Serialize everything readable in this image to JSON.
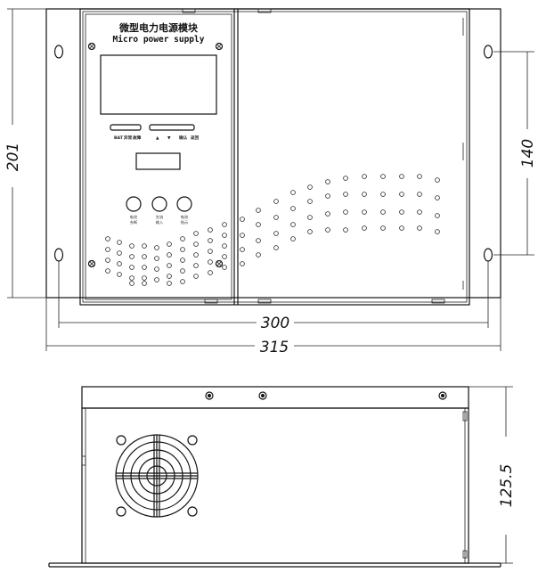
{
  "front_view": {
    "label_cn": "微型电力电源模块",
    "label_en": "Micro power supply",
    "button_labels": [
      "BAT",
      "异常",
      "故障",
      "▲",
      "▼",
      "确认",
      "返回"
    ],
    "knobs": [
      {
        "line1": "电池",
        "line2": "充断"
      },
      {
        "line1": "交流",
        "line2": "输入"
      },
      {
        "line1": "电池",
        "line2": "指示"
      }
    ]
  },
  "dimensions": {
    "width_total": "315",
    "width_holes": "300",
    "height": "201",
    "hole_spacing": "140",
    "depth": "125.5"
  }
}
